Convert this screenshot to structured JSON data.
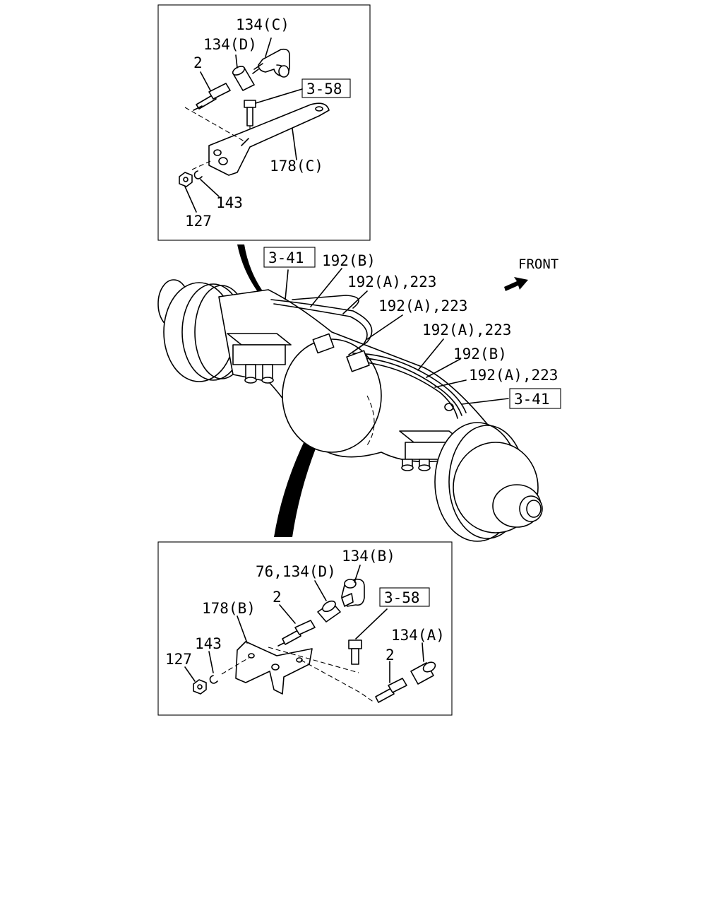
{
  "direction_label": "FRONT",
  "top_inset": {
    "labels": {
      "part_134c": "134(C)",
      "part_134d": "134(D)",
      "part_2": "2",
      "ref_3_58": "3-58",
      "part_178c": "178(C)",
      "part_143": "143",
      "part_127": "127"
    }
  },
  "main_view": {
    "labels": {
      "ref_3_41_left": "3-41",
      "part_192b_1": "192(B)",
      "part_192a_223_1": "192(A),223",
      "part_192a_223_2": "192(A),223",
      "part_192a_223_3": "192(A),223",
      "part_192b_2": "192(B)",
      "part_192a_223_4": "192(A),223",
      "ref_3_41_right": "3-41"
    }
  },
  "bottom_inset": {
    "labels": {
      "part_134b": "134(B)",
      "part_76_134d": "76,134(D)",
      "part_2_upper": "2",
      "ref_3_58": "3-58",
      "part_178b": "178(B)",
      "part_134a": "134(A)",
      "part_143": "143",
      "part_127": "127",
      "part_2_lower": "2"
    }
  }
}
